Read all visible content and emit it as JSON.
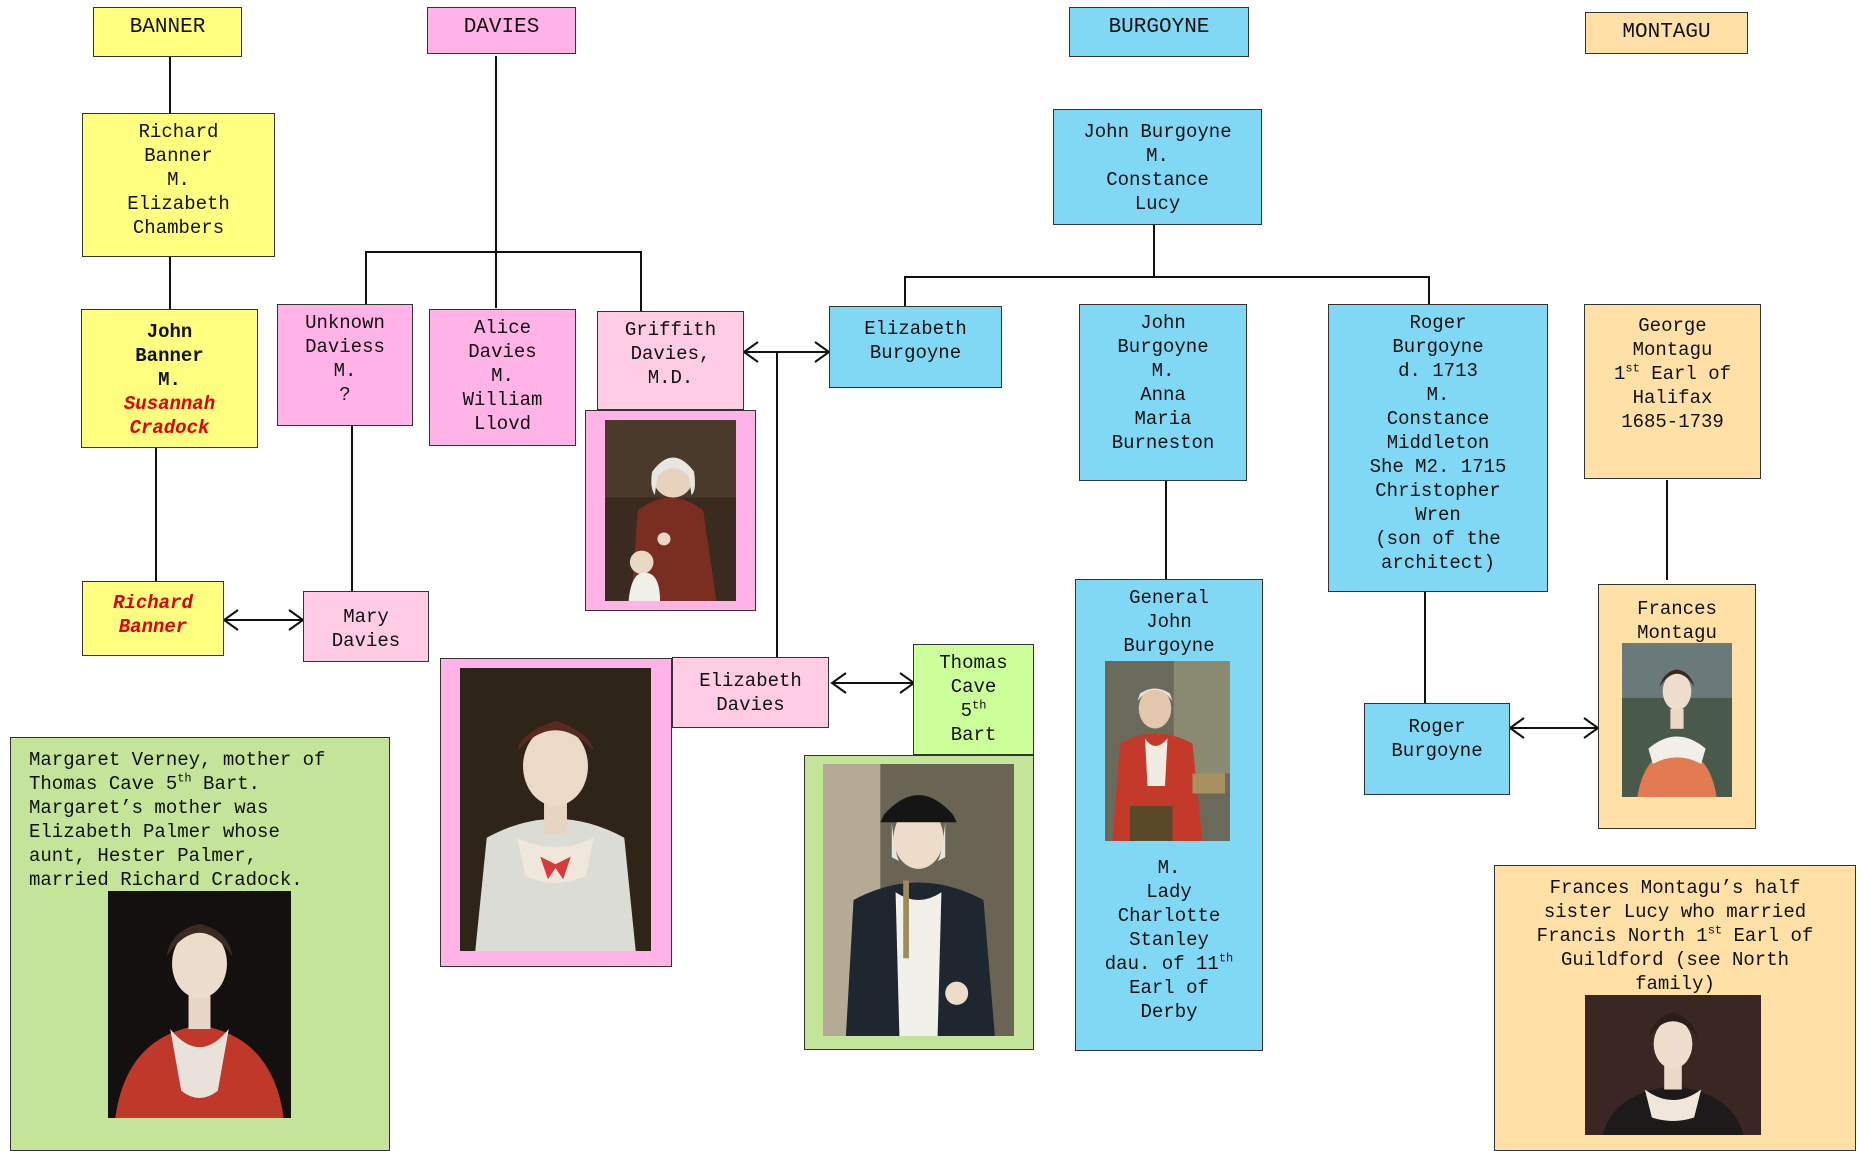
{
  "families": {
    "banner": "BANNER",
    "davies": "DAVIES",
    "burgoyne": "BURGOYNE",
    "montagu": "MONTAGU"
  },
  "people": {
    "richard_banner_sr": [
      "Richard",
      "Banner",
      "M.",
      "Elizabeth",
      "Chambers"
    ],
    "john_banner": [
      "John",
      "Banner",
      "M."
    ],
    "susannah_cradock": [
      "Susannah",
      "Cradock"
    ],
    "richard_banner_jr": [
      "Richard",
      "Banner"
    ],
    "unknown_daviess": [
      "Unknown",
      "Daviess",
      "M.",
      "?"
    ],
    "alice_davies": [
      "Alice",
      "Davies",
      "M.",
      "William",
      "Llovd"
    ],
    "griffith_davies": [
      "Griffith",
      "Davies,",
      "M.D."
    ],
    "mary_davies": [
      "Mary",
      "Davies"
    ],
    "elizabeth_davies": [
      "Elizabeth",
      "Davies"
    ],
    "thomas_cave": {
      "l1": "Thomas",
      "l2": "Cave",
      "l3_num": "5",
      "l3_sup": "th",
      "l4": "Bart"
    },
    "john_burgoyne_sr": [
      "John Burgoyne",
      "M.",
      "Constance",
      "Lucy"
    ],
    "elizabeth_burgoyne": [
      "Elizabeth",
      "Burgoyne"
    ],
    "john_burgoyne_jr": [
      "John",
      "Burgoyne",
      "M.",
      "Anna",
      "Maria",
      "Burneston"
    ],
    "roger_burgoyne_sr": [
      "Roger",
      "Burgoyne",
      "d. 1713",
      "M.",
      "Constance",
      "Middleton",
      "She M2. 1715",
      "Christopher",
      "Wren",
      "(son of the",
      "architect)"
    ],
    "general_john_burgoyne": {
      "top": [
        "General",
        "John",
        "Burgoyne"
      ],
      "m": "M.",
      "l1": "Lady",
      "l2": "Charlotte",
      "l3": "Stanley",
      "l4_pre": "dau. of 11",
      "l4_sup": "th",
      "l5": "Earl of",
      "l6": "Derby"
    },
    "roger_burgoyne_jr": [
      "Roger",
      "Burgoyne"
    ],
    "george_montagu": {
      "l1": "George",
      "l2": "Montagu",
      "l3_num": "1",
      "l3_sup": "st",
      "l3_rest": " Earl of",
      "l4": "Halifax",
      "l5": "1685-1739"
    },
    "frances_montagu": [
      "Frances",
      "Montagu"
    ]
  },
  "notes": {
    "margaret_verney": {
      "l1": "Margaret Verney, mother of",
      "l2_pre": "Thomas Cave 5",
      "l2_sup": "th",
      "l2_post": " Bart.",
      "l3": "Margaret’s mother was",
      "l4": "Elizabeth Palmer whose",
      "l5": "aunt, Hester Palmer,",
      "l6": "married Richard Cradock."
    },
    "lucy_north": {
      "l1": "Frances Montagu’s half",
      "l2": "sister Lucy who married",
      "l3_pre": "Francis North 1",
      "l3_sup": "st",
      "l3_post": " Earl of",
      "l4": "Guildford (see North",
      "l5": "family)"
    }
  },
  "colors": {
    "banner": "#ffff80",
    "davies": "#ffb3e6",
    "davies_light": "#ffcce6",
    "burgoyne": "#80d8f5",
    "montagu": "#ffe0a6",
    "cave_note": "#c4e49a",
    "cave": "#ccff99",
    "emphasis_red": "#e00000"
  }
}
